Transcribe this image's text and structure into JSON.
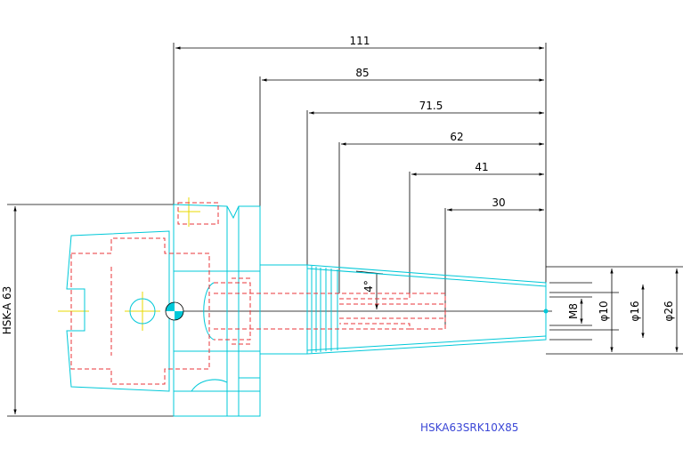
{
  "dimensions": {
    "horizontal": [
      "111",
      "85",
      "71.5",
      "62",
      "41",
      "30"
    ],
    "flange": "HSK-A 63",
    "thread": "M8",
    "d_inner": "φ10",
    "d_mid": "φ16",
    "d_outer": "φ26",
    "angle": "4°"
  },
  "model_code": "HSKA63SRK10X85",
  "colors": {
    "outline": "#00c8d8",
    "hidden": "#e8343a",
    "dimension": "#000000",
    "centerline": "#e8d800",
    "label": "#3a46d6"
  }
}
